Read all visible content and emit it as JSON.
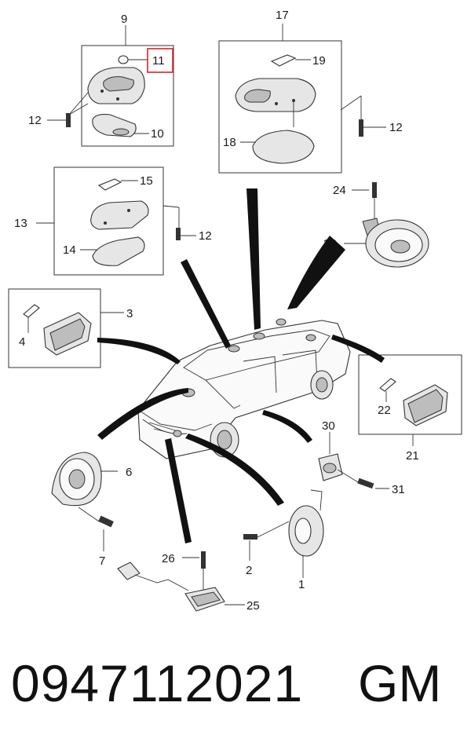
{
  "labels": {
    "l1": "1",
    "l2": "2",
    "l3": "3",
    "l4": "4",
    "l6": "6",
    "l7": "7",
    "l9": "9",
    "l10": "10",
    "l11": "11",
    "l12a": "12",
    "l12b": "12",
    "l12c": "12",
    "l13": "13",
    "l14": "14",
    "l15": "15",
    "l17": "17",
    "l18": "18",
    "l19": "19",
    "l21": "21",
    "l22": "22",
    "l23": "23",
    "l24": "24",
    "l25": "25",
    "l26": "26",
    "l30": "30",
    "l31": "31"
  },
  "highlight_color": "#e0202a",
  "footer": {
    "part_number": "0947112021",
    "brand": "GM"
  }
}
